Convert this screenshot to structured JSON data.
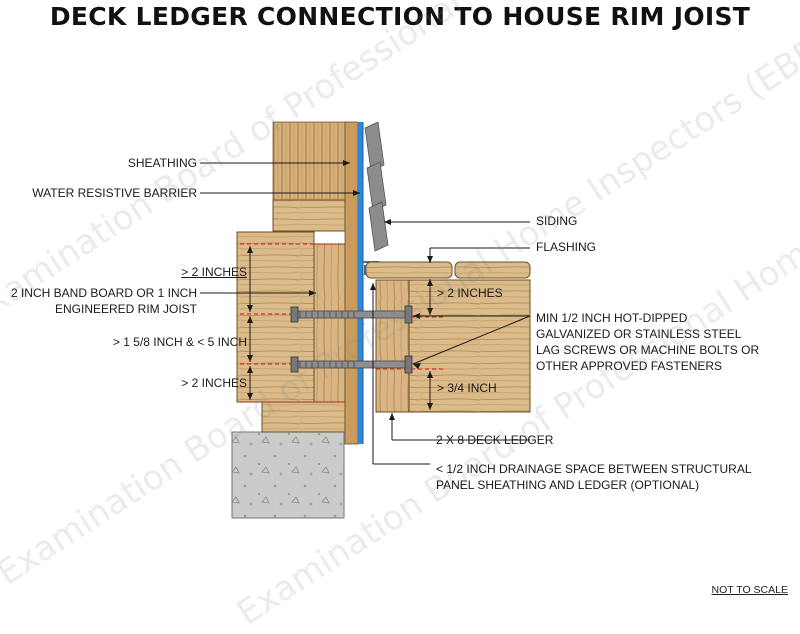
{
  "title": "DECK LEDGER CONNECTION TO HOUSE RIM JOIST",
  "labels": {
    "sheathing": "SHEATHING",
    "wrb": "WATER RESISTIVE BARRIER",
    "siding": "SIDING",
    "flashing": "FLASHING",
    "ge2_top": "> 2 INCHES",
    "band_board_1": "2 INCH BAND BOARD OR 1 INCH",
    "band_board_2": "ENGINEERED RIM JOIST",
    "ge2_ledger": "> 2 INCHES",
    "range": "> 1 5/8 INCH & < 5 INCH",
    "fastener_1": "MIN 1/2 INCH HOT-DIPPED",
    "fastener_2": "GALVANIZED OR STAINLESS STEEL",
    "fastener_3": "LAG SCREWS OR MACHINE BOLTS OR",
    "fastener_4": "OTHER APPROVED FASTENERS",
    "ge2_bottom": "> 2 INCHES",
    "ge34": "> 3/4 INCH",
    "ledger": "2 X 8 DECK LEDGER",
    "drain_1": "< 1/2 INCH DRAINAGE SPACE BETWEEN STRUCTURAL",
    "drain_2": "PANEL SHEATHING AND LEDGER (OPTIONAL)"
  },
  "watermark": "Examination Board of Professional Home Inspectors (EBPHI)",
  "footer_note": "NOT TO SCALE",
  "colors": {
    "wood": "#d8b582",
    "wood_dark": "#9a7440",
    "wrb": "#2f87d8",
    "concrete": "#c9c9c9",
    "dim_red": "#d8352a"
  }
}
